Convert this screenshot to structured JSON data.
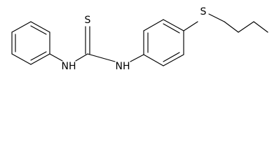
{
  "molecule": {
    "atoms": {
      "thione_sulfur": "S",
      "nh_left": "NH",
      "nh_right": "NH",
      "thioether_sulfur": "S"
    },
    "colors": {
      "bond": "#000000",
      "label": "#000000",
      "background": "#ffffff"
    }
  }
}
